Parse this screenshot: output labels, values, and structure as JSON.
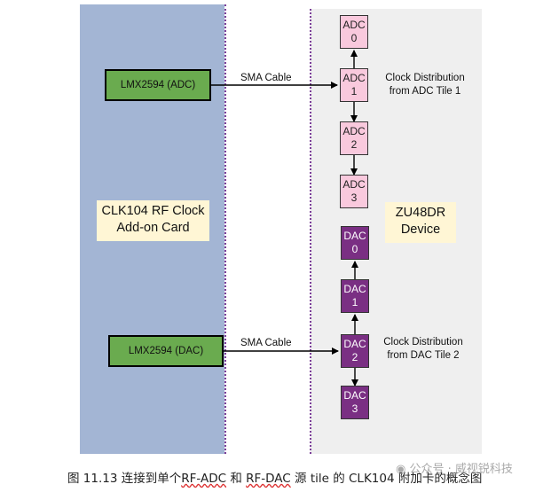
{
  "diagram": {
    "left_card": {
      "line1": "CLK104 RF Clock",
      "line2": "Add-on Card"
    },
    "device": {
      "line1": "ZU48DR",
      "line2": "Device"
    },
    "lmx_adc": "LMX2594 (ADC)",
    "lmx_dac": "LMX2594 (DAC)",
    "sma_cable_adc": "SMA Cable",
    "sma_cable_dac": "SMA Cable",
    "adc_tiles": [
      {
        "name": "ADC",
        "index": "0"
      },
      {
        "name": "ADC",
        "index": "1"
      },
      {
        "name": "ADC",
        "index": "2"
      },
      {
        "name": "ADC",
        "index": "3"
      }
    ],
    "dac_tiles": [
      {
        "name": "DAC",
        "index": "0"
      },
      {
        "name": "DAC",
        "index": "1"
      },
      {
        "name": "DAC",
        "index": "2"
      },
      {
        "name": "DAC",
        "index": "3"
      }
    ],
    "adc_note": {
      "line1": "Clock Distribution",
      "line2": "from ADC Tile 1"
    },
    "dac_note": {
      "line1": "Clock Distribution",
      "line2": "from DAC Tile 2"
    },
    "colors": {
      "card_panel": "#a3b5d4",
      "device_panel": "#efefef",
      "lmx_box": "#6aab4f",
      "adc_tile": "#f9c9dd",
      "dac_tile": "#7a2f83",
      "boundary_line": "#7b3f98"
    }
  },
  "caption": {
    "figure_no": "图  11.13",
    "part1": "连接到单个",
    "rf_adc": "RF-ADC",
    "part2": "和",
    "rf_dac": "RF-DAC",
    "part3": "源 tile 的 CLK104 附加卡的概念图"
  },
  "watermark": "公众号 · 威视锐科技"
}
